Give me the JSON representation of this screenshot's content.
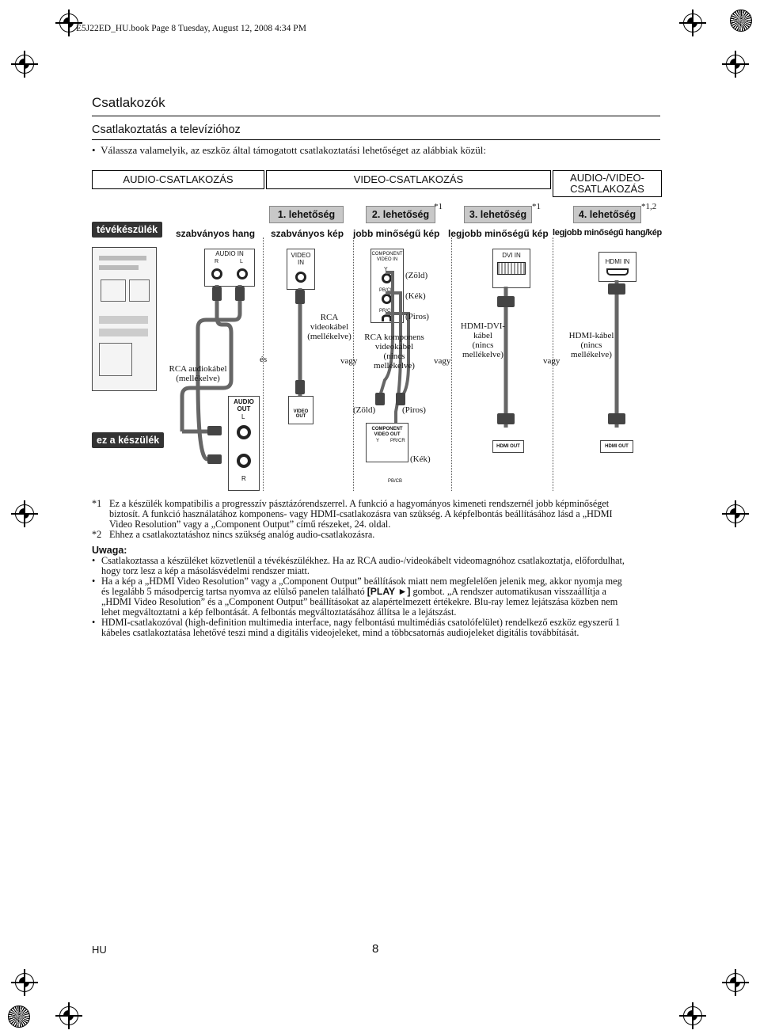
{
  "header_line": "E5J22ED_HU.book  Page 8  Tuesday, August 12, 2008  4:34 PM",
  "section_title": "Csatlakozók",
  "sub_title": "Csatlakoztatás a televízióhoz",
  "intro_bullet": "Válassza valamelyik, az eszköz által támogatott csatlakoztatási lehetőséget az alábbiak közül:",
  "categories": {
    "audio": "AUDIO-CSATLAKOZÁS",
    "video": "VIDEO-CSATLAKOZÁS",
    "av_line1": "AUDIO-/VIDEO-",
    "av_line2": "CSATLAKOZÁS"
  },
  "options": {
    "o1": "1. lehetőség",
    "o2": "2. lehetőség",
    "o3": "3. lehetőség",
    "o4": "4. lehetőség",
    "sup2": "*1",
    "sup3": "*1",
    "sup4": "*1,2"
  },
  "qualities": {
    "q0": "szabványos hang",
    "q1": "szabványos kép",
    "q2": "jobb minőségű kép",
    "q3": "legjobb minőségű kép",
    "q4": "legjobb minőségű hang/kép"
  },
  "devices": {
    "tv": "tévékészülék",
    "this_unit": "ez a készülék"
  },
  "connectors": {
    "audio_in": "AUDIO IN",
    "r": "R",
    "l": "L",
    "video_in_1": "VIDEO",
    "video_in_2": "IN",
    "component_in_1": "COMPONENT",
    "component_in_2": "VIDEO IN",
    "y": "Y",
    "pb": "PB/CB",
    "pr": "PR/CR",
    "dvi_in": "DVI IN",
    "hdmi_in": "HDMI IN",
    "audio_out_1": "AUDIO",
    "audio_out_2": "OUT",
    "video_out_1": "VIDEO",
    "video_out_2": "OUT",
    "component_out_1": "COMPONENT",
    "component_out_2": "VIDEO OUT",
    "hdmi_out": "HDMI OUT"
  },
  "cable_labels": {
    "zold": "(Zöld)",
    "kek": "(Kék)",
    "piros": "(Piros)",
    "rca_audio_1": "RCA audiokábel",
    "rca_audio_2": "(mellékelve)",
    "rca_video_1": "RCA",
    "rca_video_2": "videokábel",
    "rca_video_3": "(mellékelve)",
    "rca_comp_1": "RCA komponens",
    "rca_comp_2": "videokábel",
    "rca_comp_3": "(nincs",
    "rca_comp_4": "mellékelve)",
    "hdmi_dvi_1": "HDMI-DVI-",
    "hdmi_dvi_2": "kábel",
    "hdmi_dvi_3": "(nincs",
    "hdmi_dvi_4": "mellékelve)",
    "hdmi_1": "HDMI-kábel",
    "hdmi_2": "(nincs",
    "hdmi_3": "mellékelve)",
    "es": "és",
    "vagy": "vagy"
  },
  "footnotes": {
    "f1_mark": "*1",
    "f1_l1": "Ez a készülék kompatibilis a progresszív pásztázórendszerrel. A funkció a hagyományos kimeneti rendszernél jobb képminőséget",
    "f1_l2": "biztosít. A funkció használatához komponens- vagy HDMI-csatlakozásra van szükség. A képfelbontás beállításához lásd a „HDMI",
    "f1_l3": "Video Resolution” vagy a „Component Output” című részeket, 24. oldal.",
    "f2_mark": "*2",
    "f2_l1": "Ehhez a csatlakoztatáshoz nincs szükség analóg audio-csatlakozásra."
  },
  "notes": {
    "title": "Uwaga:",
    "n1_l1": "Csatlakoztassa a készüléket közvetlenül a tévékészülékhez. Ha az RCA audio-/videokábelt videomagnóhoz csatlakoztatja, előfordulhat,",
    "n1_l2": "hogy torz lesz a kép a másolásvédelmi rendszer miatt.",
    "n2_l1": "Ha a kép a „HDMI Video Resolution” vagy a „Component Output” beállítások miatt nem megfelelően jelenik meg, akkor nyomja meg",
    "n2_l2a": "és legalább 5 másodpercig tartsa nyomva az elülső panelen található ",
    "n2_l2b": "[PLAY ►]",
    "n2_l2c": " gombot. „A rendszer automatikusan visszaállítja a",
    "n2_l3": "„HDMI Video Resolution” és a „Component Output” beállításokat az alapértelmezett értékekre. Blu-ray lemez lejátszása közben nem",
    "n2_l4": "lehet megváltoztatni a kép felbontását. A felbontás megváltoztatásához állítsa le a lejátszást.",
    "n3_l1": "HDMI-csatlakozóval (high-definition multimedia interface, nagy felbontású multimédiás csatolófelület) rendelkező eszköz egyszerű 1",
    "n3_l2": "kábeles csatlakoztatása lehetővé teszi mind a digitális videojeleket, mind a többcsatornás audiojeleket digitális továbbítását."
  },
  "footer": {
    "lang": "HU",
    "page": "8"
  }
}
